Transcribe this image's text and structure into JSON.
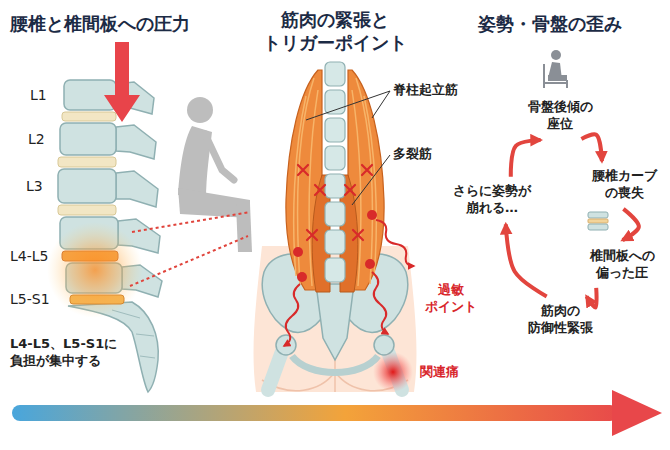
{
  "diagram": {
    "nodes": [
      {
        "text": [
          "骨盤後傾の 座位"
        ]
      },
      {
        "text": [
          "腰椎カーブ の喪失"
        ]
      },
      {
        "text": [
          "椎間板への 偏った圧"
        ]
      },
      {
        "text": [
          "筋肉の 防御性緊張"
        ]
      },
      {
        "text": [
          "さらに姿勢が 崩れる…"
        ]
      }
    ],
    "edges": [
      {
        "from": 0,
        "to": 1,
        "arrow": "to"
      },
      {
        "from": 1,
        "to": 2,
        "arrow": "to"
      },
      {
        "from": 2,
        "to": 3,
        "arrow": "to"
      },
      {
        "from": 3,
        "to": 4,
        "arrow": "to"
      },
      {
        "from": 4,
        "to": 0,
        "arrow": "to"
      }
    ],
    "labels": [
      "腰椎と椎間板への圧力",
      "L1",
      "L2",
      "L3",
      "L4-L5",
      "L5-S1",
      "L4-L5、L5-S1に 負担が集中する",
      "筋肉の緊張と トリガーポイント",
      "脊柱起立筋",
      "多裂筋",
      "過敏 ポイント",
      "関連痛",
      "姿勢・骨盤の歪み"
    ]
  }
}
